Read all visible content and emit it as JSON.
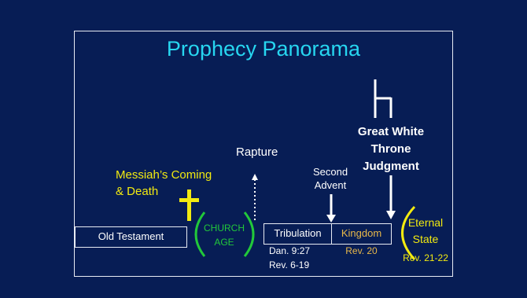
{
  "slide": {
    "title": "Prophecy Panorama",
    "colors": {
      "background": "#071d55",
      "title": "#27d6f0",
      "yellow": "#f2ea10",
      "green": "#22c83a",
      "gold": "#e8b84a",
      "white": "#ffffff"
    },
    "old_testament": "Old Testament",
    "church_age": {
      "line1": "CHURCH",
      "line2": "AGE"
    },
    "messiah": {
      "line1": "Messiah’s Coming",
      "line2": "& Death"
    },
    "rapture": "Rapture",
    "second_advent": {
      "line1": "Second",
      "line2": "Advent"
    },
    "tribulation": {
      "label": "Tribulation",
      "ref1": "Dan. 9:27",
      "ref2": "Rev. 6-19"
    },
    "kingdom": {
      "label": "Kingdom",
      "ref": "Rev. 20"
    },
    "great_white_throne": {
      "line1": "Great White",
      "line2": "Throne",
      "line3": "Judgment"
    },
    "eternal_state": {
      "line1": "Eternal",
      "line2": "State",
      "ref": "Rev. 21-22"
    },
    "icons": {
      "cross": "cross-icon",
      "throne": "throne-icon"
    }
  }
}
